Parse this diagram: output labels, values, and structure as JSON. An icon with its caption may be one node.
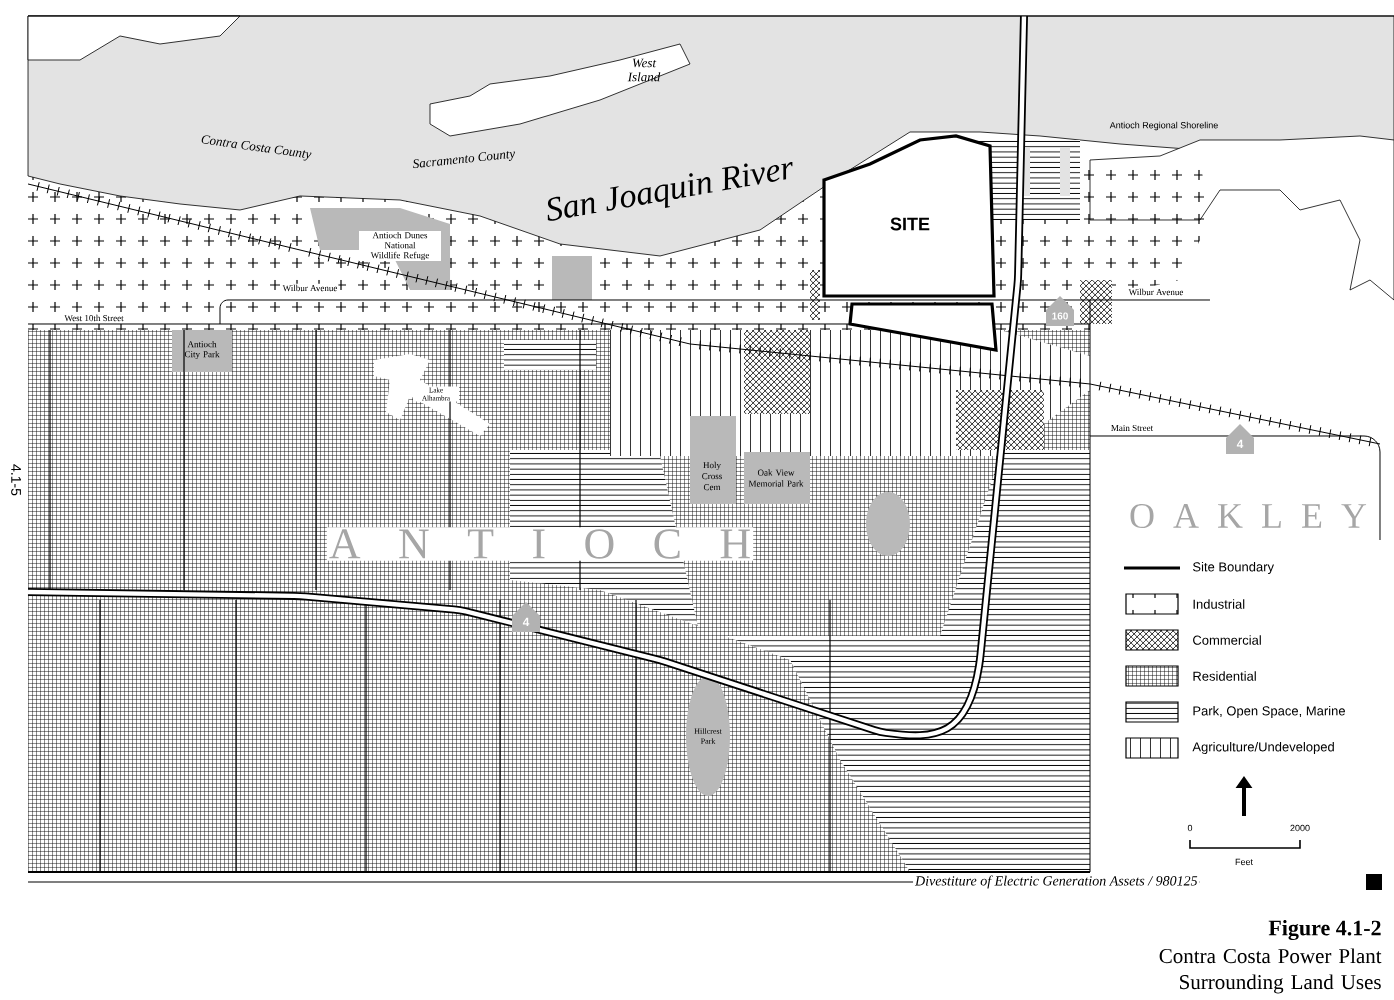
{
  "diagram": {
    "title": "Figure 4.1-2",
    "caption": "Contra Costa Power Plant Surrounding Land Uses",
    "labels": [
      "West Island",
      "Contra Costa County",
      "Sacramento County",
      "San Joaquin River",
      "SITE",
      "Antioch Regional Shoreline",
      "Antioch Dunes National Wildlife Refuge",
      "Wilbur Avenue",
      "Wilbur Avenue",
      "West 10th Street",
      "Antioch City Park",
      "Lake Alhambra",
      "160",
      "Main Street",
      "4",
      "A N T I O C H",
      "4",
      "Holy Cross Cem",
      "Oak View Memorial Park",
      "Hillcrest Park",
      "O A K L E Y",
      "0",
      "2000",
      "Feet",
      "4.1-5",
      "Divestiture of Electric Generation Assets / 980125"
    ],
    "legend": [
      {
        "text": "Site Boundary"
      },
      {
        "text": "Industrial"
      },
      {
        "text": "Commercial"
      },
      {
        "text": "Residential"
      },
      {
        "text": "Park, Open Space, Marine"
      },
      {
        "text": "Agriculture/Undeveloped"
      }
    ]
  }
}
